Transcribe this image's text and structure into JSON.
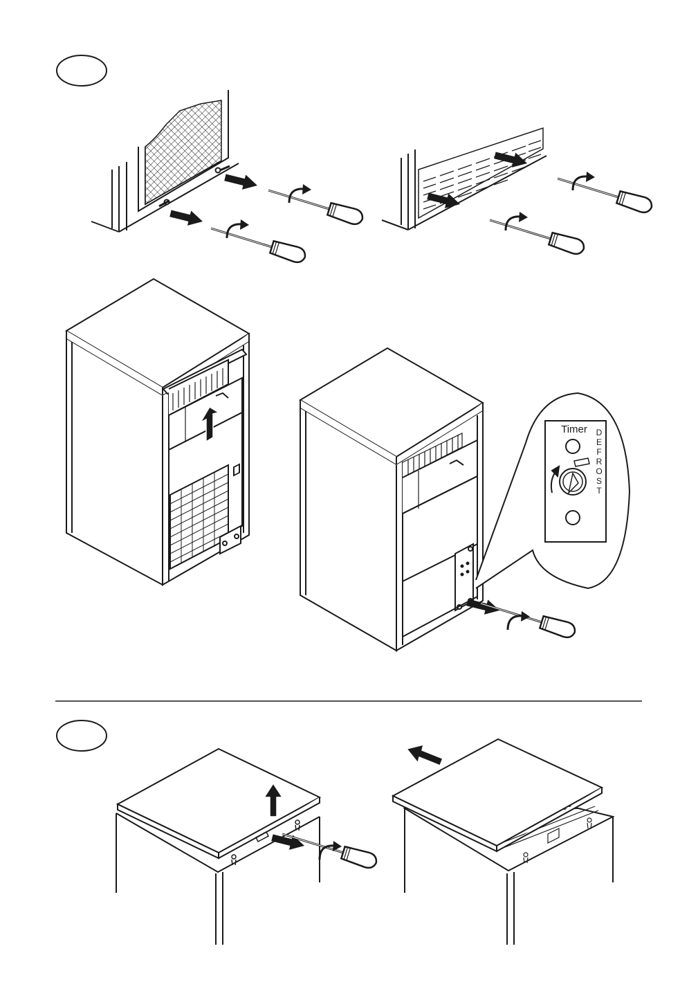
{
  "page": {
    "background": "#ffffff",
    "ink": "#1a1a1a"
  },
  "steps": [
    {
      "label": ""
    },
    {
      "label": ""
    }
  ],
  "callout": {
    "heading": "Timer",
    "vertical_label": [
      "D",
      "E",
      "F",
      "R",
      "O",
      "S",
      "T"
    ]
  },
  "icons": {
    "arrow": "straight-arrow-icon",
    "rotation": "curved-arrow-icon",
    "tool": "screwdriver-icon"
  }
}
